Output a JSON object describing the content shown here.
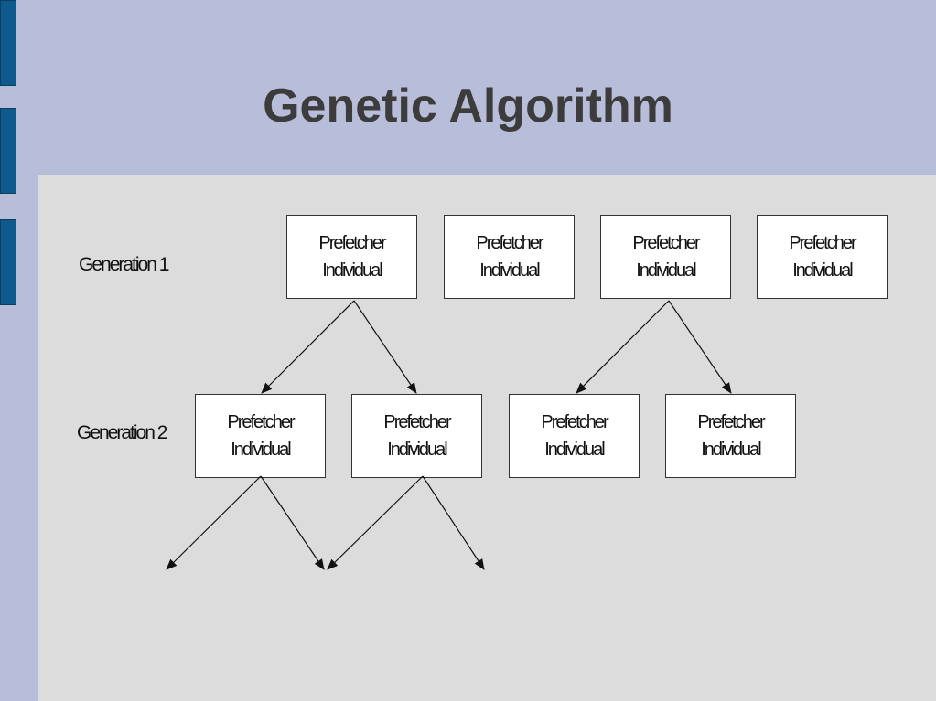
{
  "slide": {
    "title": "Genetic Algorithm",
    "colors": {
      "background": "#b8bdd9",
      "content": "#dcdcdc",
      "tabs": "#0f5a8c"
    }
  },
  "diagram": {
    "generations": [
      {
        "label": "Generation 1",
        "nodes": [
          {
            "line1": "Prefetcher",
            "line2": "Individual"
          },
          {
            "line1": "Prefetcher",
            "line2": "Individual"
          },
          {
            "line1": "Prefetcher",
            "line2": "Individual"
          },
          {
            "line1": "Prefetcher",
            "line2": "Individual"
          }
        ]
      },
      {
        "label": "Generation 2",
        "nodes": [
          {
            "line1": "Prefetcher",
            "line2": "Individual"
          },
          {
            "line1": "Prefetcher",
            "line2": "Individual"
          },
          {
            "line1": "Prefetcher",
            "line2": "Individual"
          },
          {
            "line1": "Prefetcher",
            "line2": "Individual"
          }
        ]
      }
    ]
  }
}
